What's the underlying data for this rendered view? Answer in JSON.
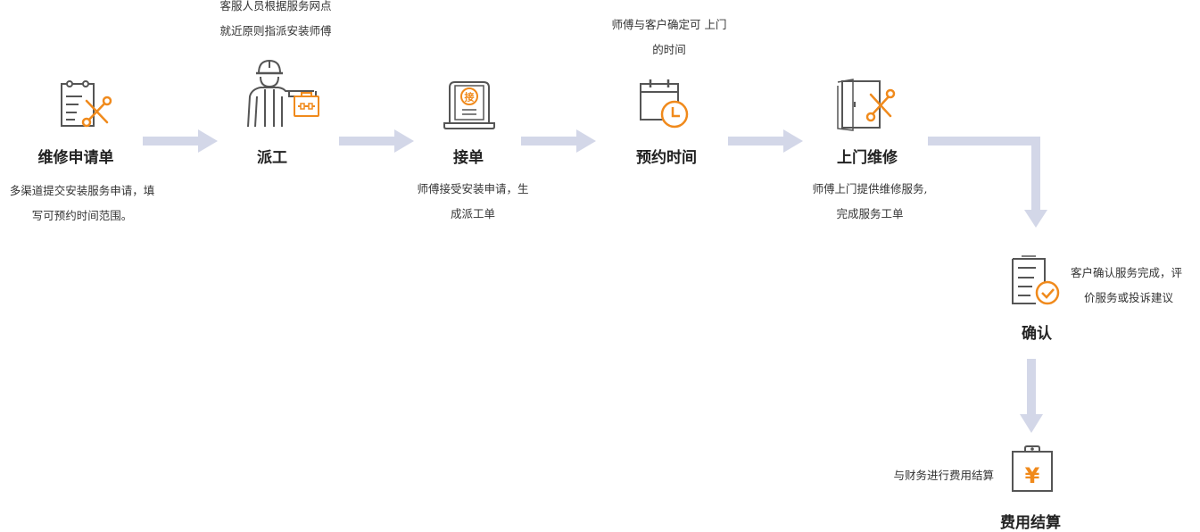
{
  "colors": {
    "line": "#555555",
    "accent": "#f08a1c",
    "arrow": "#d3d7e8",
    "text": "#333333"
  },
  "steps": [
    {
      "title": "维修申请单",
      "icon": "clipboard-wrench-icon",
      "desc": [
        "多渠道提交安装服务申请，填",
        "写可预约时间范围。"
      ]
    },
    {
      "title": "派工",
      "icon": "worker-toolbox-icon",
      "desc": [
        "客服人员根据服务网点",
        "就近原则指派安装师傅"
      ]
    },
    {
      "title": "接单",
      "icon": "accept-order-laptop-icon",
      "badge": "接",
      "desc": [
        "师傅接受安装申请，生",
        "成派工单"
      ]
    },
    {
      "title": "预约时间",
      "icon": "calendar-clock-icon",
      "desc": [
        "师傅与客户确定可 上门",
        "的时间"
      ]
    },
    {
      "title": "上门维修",
      "icon": "door-tools-icon",
      "desc": [
        "师傅上门提供维修服务,",
        "完成服务工单"
      ]
    },
    {
      "title": "确认",
      "icon": "document-check-icon",
      "desc": [
        "客户确认服务完成，评",
        "价服务或投诉建议"
      ]
    },
    {
      "title": "费用结算",
      "icon": "yuan-clipboard-icon",
      "badge": "¥",
      "desc": [
        "与财务进行费用结算"
      ]
    }
  ]
}
